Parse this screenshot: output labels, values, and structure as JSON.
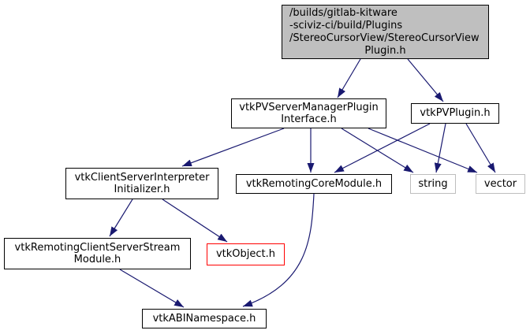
{
  "diagram": {
    "type": "doxygen-include-dependency-graph",
    "background": "#ffffff",
    "edge_color": "#191970",
    "nodes": {
      "main": {
        "label_wrapped": "/builds/gitlab-kitware\n-sciviz-ci/build/Plugins\n/StereoCursorView/StereoCursorView",
        "label_last": "Plugin.h",
        "fill": "#bfbfbf",
        "border": "#000000"
      },
      "pv_server_manager_plugin_interface": {
        "label": "vtkPVServerManagerPlugin\nInterface.h",
        "border": "#000000"
      },
      "pv_plugin": {
        "label": "vtkPVPlugin.h",
        "border": "#000000"
      },
      "client_server_interpreter_initializer": {
        "label": "vtkClientServerInterpreter\nInitializer.h",
        "border": "#000000"
      },
      "remoting_core_module": {
        "label": "vtkRemotingCoreModule.h",
        "border": "#000000"
      },
      "string": {
        "label": "string",
        "border": "#bfbfbf"
      },
      "vector": {
        "label": "vector",
        "border": "#bfbfbf"
      },
      "remoting_client_server_stream_module": {
        "label": "vtkRemotingClientServerStream\nModule.h",
        "border": "#000000"
      },
      "vtk_object": {
        "label": "vtkObject.h",
        "border": "#ff0000"
      },
      "abi_namespace": {
        "label": "vtkABINamespace.h",
        "border": "#000000"
      }
    },
    "edges": [
      {
        "from": "StereoCursorViewPlugin.h",
        "to": "vtkPVServerManagerPluginInterface.h"
      },
      {
        "from": "StereoCursorViewPlugin.h",
        "to": "vtkPVPlugin.h"
      },
      {
        "from": "vtkPVServerManagerPluginInterface.h",
        "to": "vtkClientServerInterpreterInitializer.h"
      },
      {
        "from": "vtkPVServerManagerPluginInterface.h",
        "to": "vtkRemotingCoreModule.h"
      },
      {
        "from": "vtkPVServerManagerPluginInterface.h",
        "to": "string"
      },
      {
        "from": "vtkPVServerManagerPluginInterface.h",
        "to": "vector"
      },
      {
        "from": "vtkPVPlugin.h",
        "to": "vtkRemotingCoreModule.h"
      },
      {
        "from": "vtkPVPlugin.h",
        "to": "string"
      },
      {
        "from": "vtkPVPlugin.h",
        "to": "vector"
      },
      {
        "from": "vtkClientServerInterpreterInitializer.h",
        "to": "vtkRemotingClientServerStreamModule.h"
      },
      {
        "from": "vtkClientServerInterpreterInitializer.h",
        "to": "vtkObject.h"
      },
      {
        "from": "vtkRemotingCoreModule.h",
        "to": "vtkABINamespace.h"
      },
      {
        "from": "vtkRemotingClientServerStreamModule.h",
        "to": "vtkABINamespace.h"
      }
    ]
  }
}
